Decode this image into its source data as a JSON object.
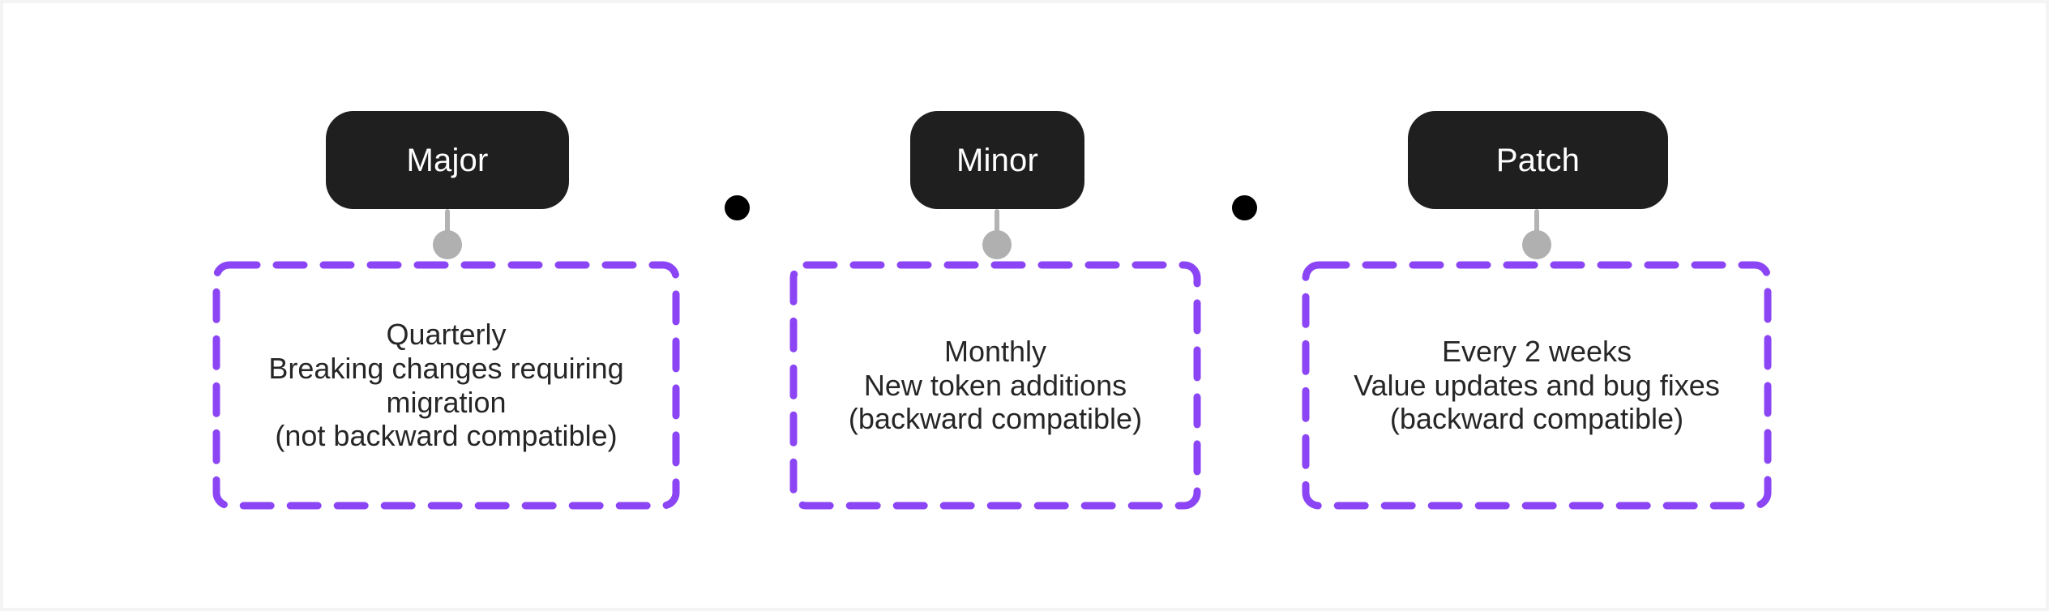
{
  "diagram": {
    "type": "versioning-release-cadence",
    "background_color": "#ffffff",
    "accent_color": "#8b45f5",
    "pill_color": "#1f1f1f",
    "connector_color": "#b0b0b0",
    "separator_color": "#000000",
    "nodes": [
      {
        "id": "major",
        "pill_label": "Major",
        "detail_lines": [
          "Quarterly",
          "Breaking changes requiring migration",
          "(not backward compatible)"
        ]
      },
      {
        "id": "minor",
        "pill_label": "Minor",
        "detail_lines": [
          "Monthly",
          "New token additions",
          "(backward compatible)"
        ]
      },
      {
        "id": "patch",
        "pill_label": "Patch",
        "detail_lines": [
          "Every 2 weeks",
          "Value updates and bug fixes",
          "(backward compatible)"
        ]
      }
    ],
    "separators": [
      {
        "id": "separator-1",
        "icon": "dot-icon"
      },
      {
        "id": "separator-2",
        "icon": "dot-icon"
      }
    ]
  }
}
